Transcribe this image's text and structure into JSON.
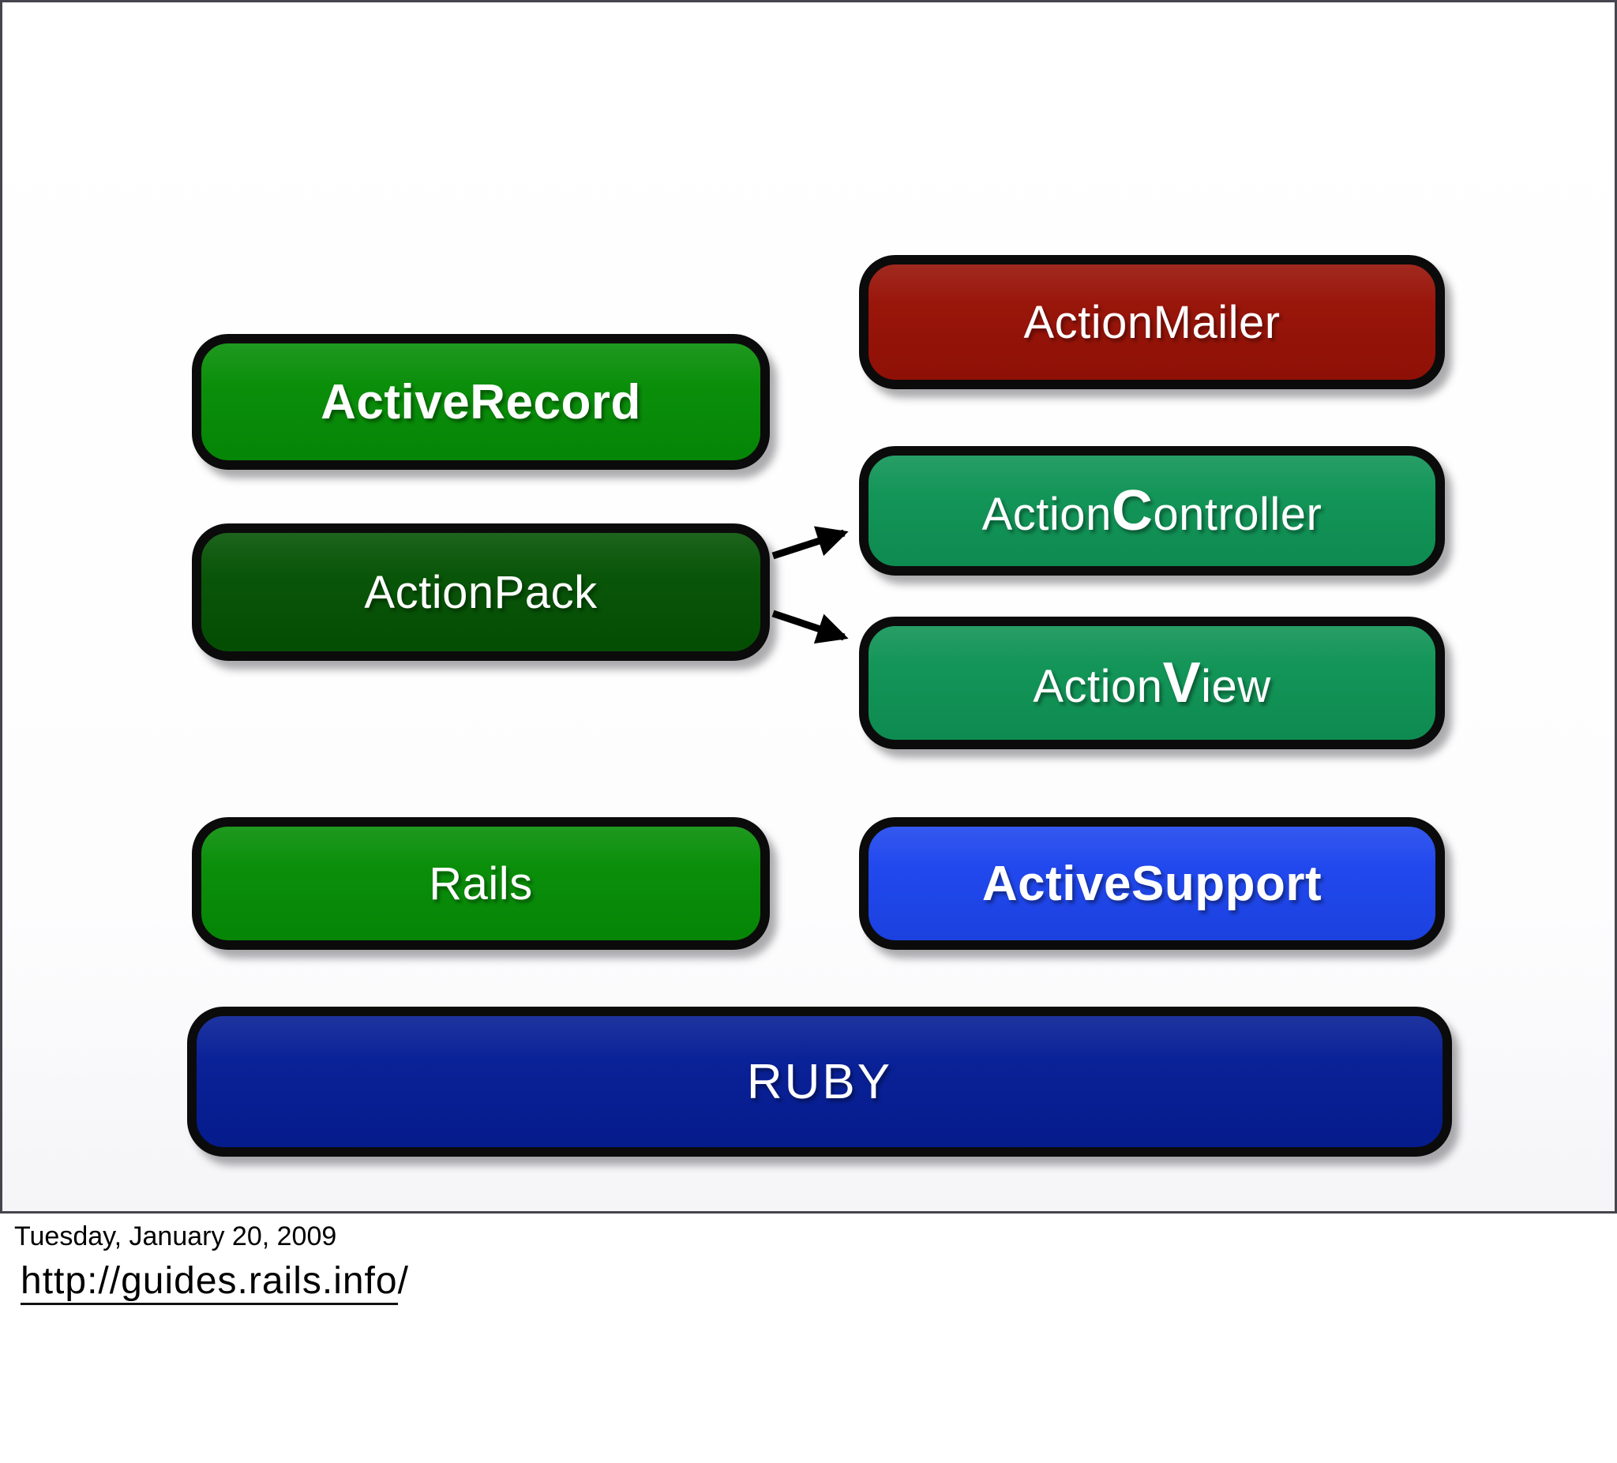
{
  "slide": {
    "background": "#fdfdfe",
    "frame_border_color": "#45454d"
  },
  "boxes": {
    "activerecord": {
      "label": "ActiveRecord",
      "bg": "#068d06"
    },
    "actionmailer": {
      "label": "ActionMailer",
      "bg": "#971106"
    },
    "actioncontroller": {
      "pre": "Action",
      "em": "C",
      "post": "ontroller",
      "bg": "#0f9355"
    },
    "actionpack": {
      "label": "ActionPack",
      "bg": "#045204"
    },
    "actionview": {
      "pre": "Action",
      "em": "V",
      "post": "iew",
      "bg": "#0f9355"
    },
    "rails": {
      "label": "Rails",
      "bg": "#068d06"
    },
    "activesupport": {
      "label": "ActiveSupport",
      "bg": "#1d45ed"
    },
    "ruby": {
      "label": "RUBY",
      "bg": "#051d95"
    }
  },
  "arrows": [
    {
      "from": "ActionPack",
      "to": "ActionController"
    },
    {
      "from": "ActionPack",
      "to": "ActionView"
    }
  ],
  "footer": {
    "date": "Tuesday, January 20, 2009",
    "link_text": "http://guides.rails.info",
    "link_suffix": "/"
  }
}
